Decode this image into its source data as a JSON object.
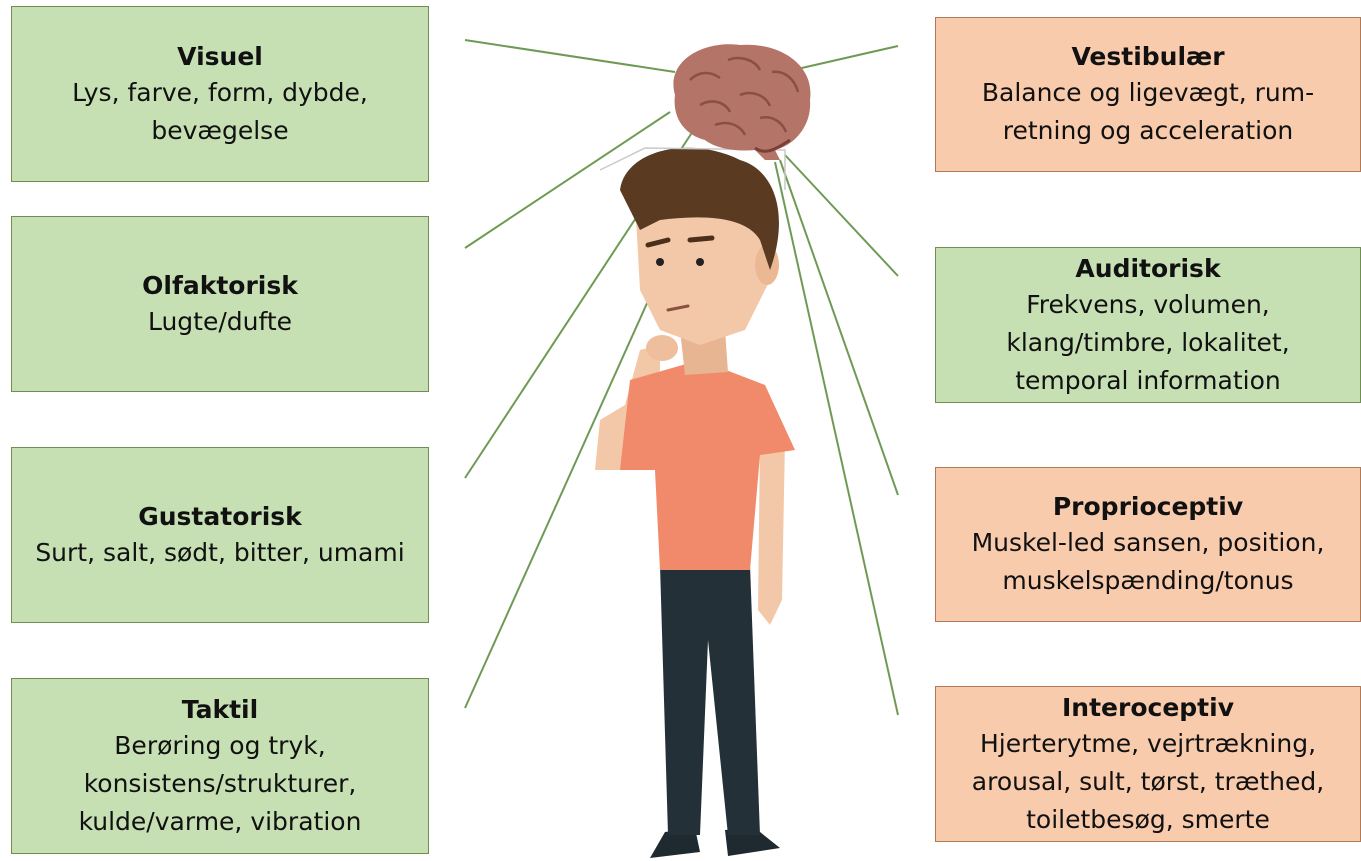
{
  "left_boxes": [
    {
      "title": "Visuel",
      "desc": "Lys, farve, form, dybde,\nbevægelse"
    },
    {
      "title": "Olfaktorisk",
      "desc": "Lugte/dufte"
    },
    {
      "title": "Gustatorisk",
      "desc": "Surt, salt, sødt, bitter, umami"
    },
    {
      "title": "Taktil",
      "desc": "Berøring og tryk,\nkonsistens/strukturer,\nkulde/varme, vibration"
    }
  ],
  "right_boxes": [
    {
      "title": "Vestibulær",
      "desc": "Balance og ligevægt, rum-\nretning og acceleration"
    },
    {
      "title": "Auditorisk",
      "desc": "Frekvens, volumen,\nklang/timbre, lokalitet,\ntemporal information"
    },
    {
      "title": "Proprioceptiv",
      "desc": "Muskel-led sansen, position,\nmuskelspænding/tonus"
    },
    {
      "title": "Interoceptiv",
      "desc": "Hjerterytme, vejrtrækning,\narousal, sult, tørst, træthed,\ntoiletbesøg, smerte"
    }
  ],
  "colors": {
    "green_box": "#c6e0b4",
    "orange_box": "#f8cbad",
    "connector_line": "#6f9a55",
    "shirt": "#f08a6a",
    "pants": "#243038",
    "hair": "#5a3b22",
    "skin": "#f3c8a8",
    "brain": "#b57468"
  },
  "icons": [
    "brain-icon",
    "thinking-person-figure"
  ]
}
